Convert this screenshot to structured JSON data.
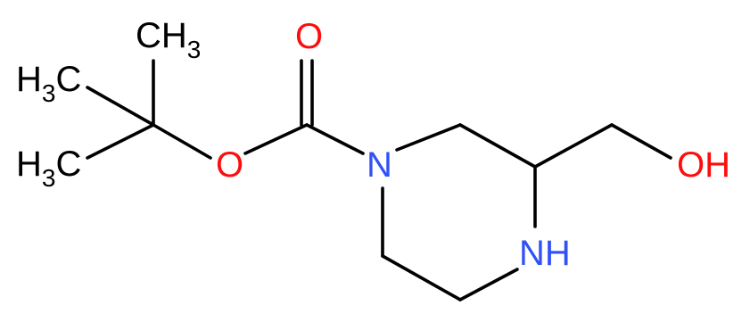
{
  "molecule": {
    "atoms": {
      "methyl_top": {
        "main": "CH",
        "sub": "3",
        "color": "#000000"
      },
      "methyl_mid": {
        "pre": "H",
        "sub": "3",
        "post": "C",
        "color": "#000000"
      },
      "methyl_low": {
        "pre": "H",
        "sub": "3",
        "post": "C",
        "color": "#000000"
      },
      "carbonyl_o": {
        "text": "O",
        "color": "#ff0d0d"
      },
      "ester_o": {
        "text": "O",
        "color": "#ff0d0d"
      },
      "ring_n1": {
        "text": "N",
        "color": "#3050f8"
      },
      "ring_nh": {
        "text": "NH",
        "color": "#3050f8"
      },
      "hydroxyl": {
        "text": "OH",
        "color": "#ff0d0d"
      }
    },
    "colors": {
      "bond": "#000000",
      "background": "#ffffff"
    }
  }
}
